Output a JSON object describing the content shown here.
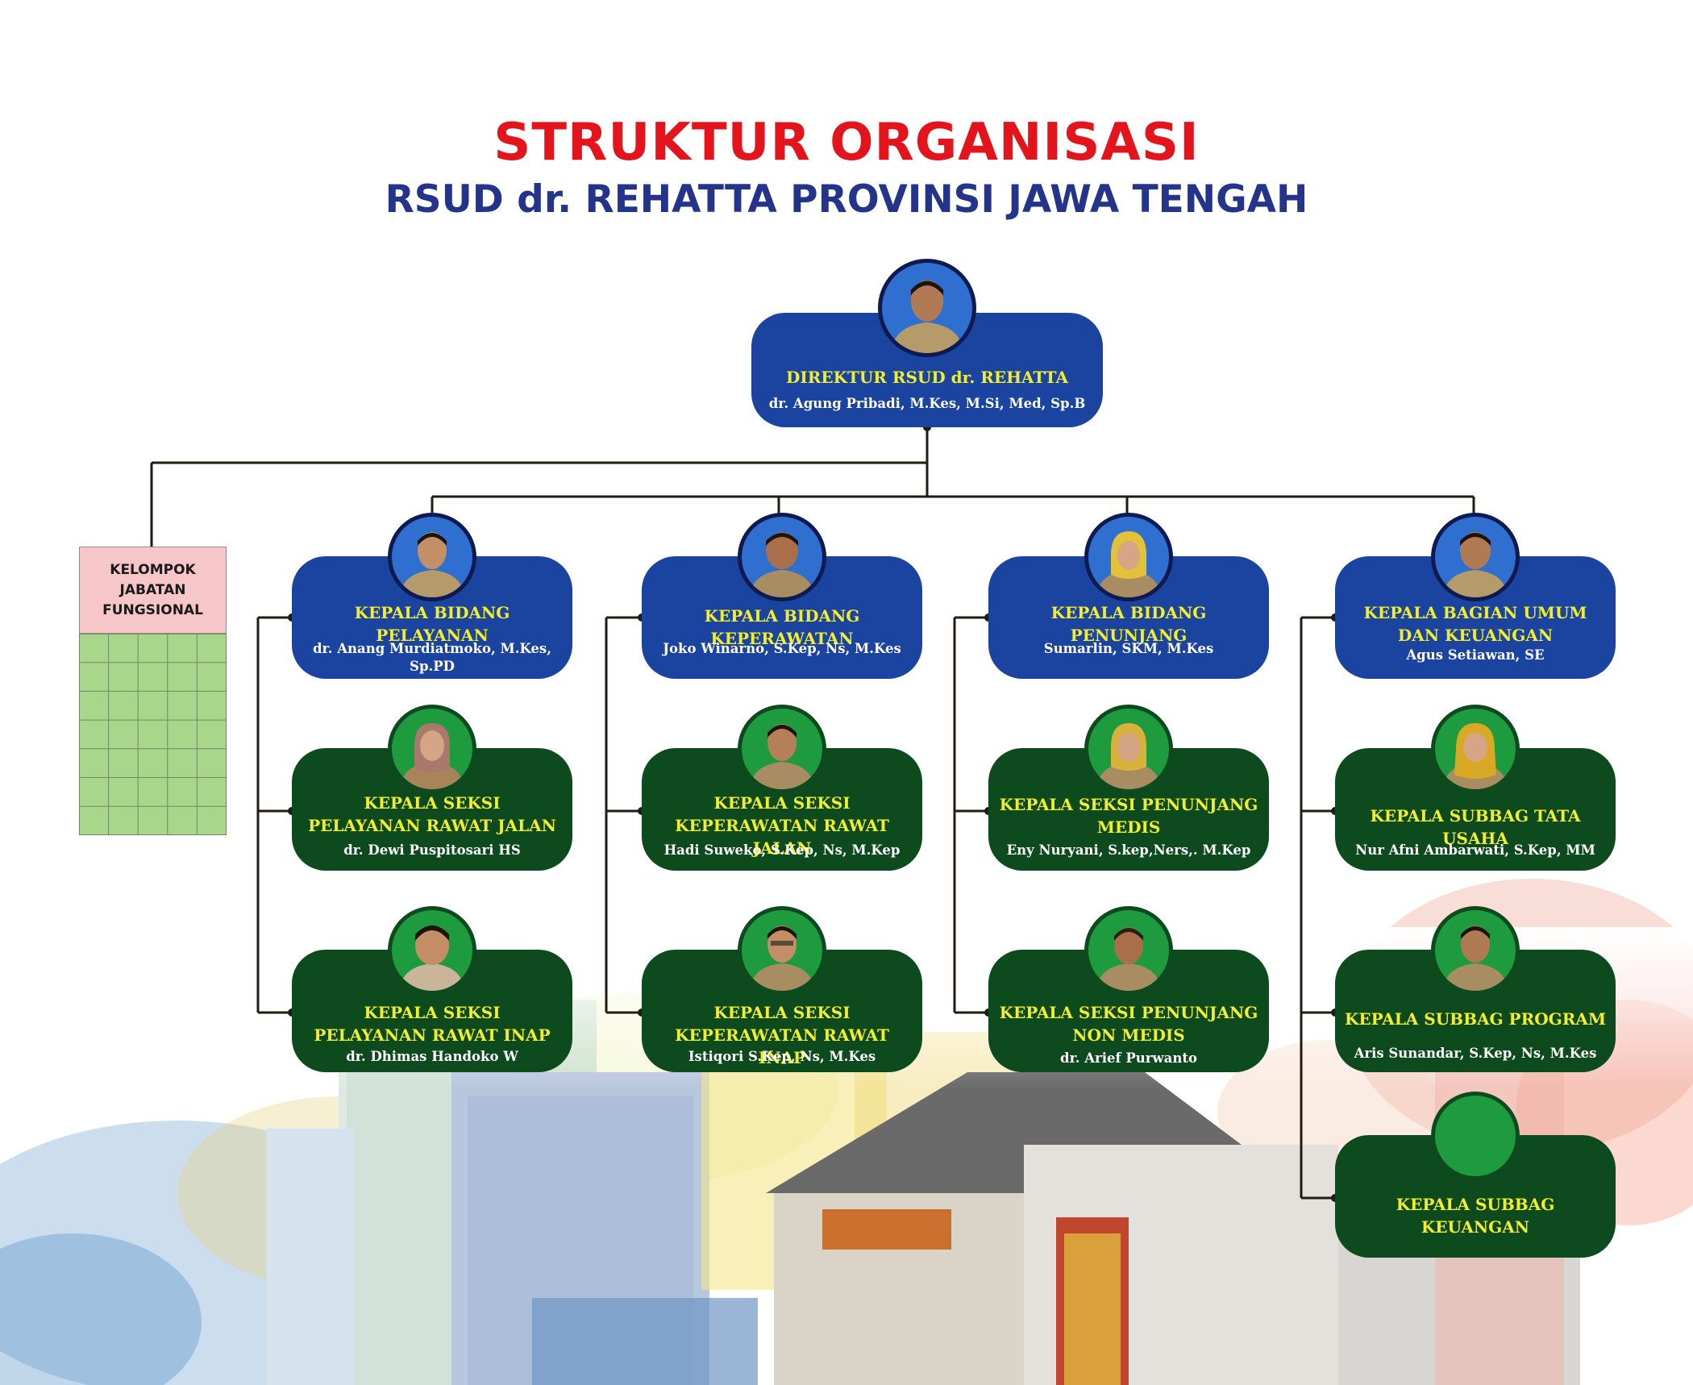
{
  "header": {
    "title": "STRUKTUR ORGANISASI",
    "subtitle": "RSUD dr. REHATTA PROVINSI JAWA TENGAH"
  },
  "functional_group": {
    "line1": "KELOMPOK",
    "line2": "JABATAN",
    "line3": "FUNGSIONAL"
  },
  "director": {
    "role": "DIREKTUR RSUD dr. REHATTA",
    "name": "dr. Agung Pribadi, M.Kes, M.Si, Med, Sp.B"
  },
  "divisions": [
    {
      "head": {
        "role_lines": [
          "KEPALA BIDANG PELAYANAN"
        ],
        "name": "dr. Anang Murdiatmoko, M.Kes, Sp.PD"
      },
      "sections": [
        {
          "role_lines": [
            "KEPALA SEKSI",
            "PELAYANAN RAWAT JALAN"
          ],
          "name": "dr. Dewi Puspitosari HS"
        },
        {
          "role_lines": [
            "KEPALA SEKSI",
            "PELAYANAN RAWAT INAP"
          ],
          "name": "dr. Dhimas Handoko W"
        }
      ]
    },
    {
      "head": {
        "role_lines": [
          "KEPALA BIDANG KEPERAWATAN"
        ],
        "name": "Joko Winarno, S.Kep, Ns, M.Kes"
      },
      "sections": [
        {
          "role_lines": [
            "KEPALA SEKSI",
            "KEPERAWATAN RAWAT JALAN"
          ],
          "name": "Hadi Suweko, S.Kep, Ns, M.Kep"
        },
        {
          "role_lines": [
            "KEPALA SEKSI",
            "KEPERAWATAN RAWAT INAP"
          ],
          "name": "Istiqori S.Kep, Ns, M.Kes"
        }
      ]
    },
    {
      "head": {
        "role_lines": [
          "KEPALA BIDANG PENUNJANG"
        ],
        "name": "Sumarlin, SKM, M.Kes"
      },
      "sections": [
        {
          "role_lines": [
            "KEPALA SEKSI PENUNJANG",
            "MEDIS"
          ],
          "name": "Eny Nuryani, S.kep,Ners,. M.Kep"
        },
        {
          "role_lines": [
            "KEPALA SEKSI PENUNJANG",
            "NON MEDIS"
          ],
          "name": "dr. Arief Purwanto"
        }
      ]
    },
    {
      "head": {
        "role_lines": [
          "KEPALA BAGIAN UMUM",
          "DAN KEUANGAN"
        ],
        "name": "Agus Setiawan, SE"
      },
      "sections": [
        {
          "role_lines": [
            "KEPALA SUBBAG TATA USAHA"
          ],
          "name": "Nur Afni Ambarwati, S.Kep, MM"
        },
        {
          "role_lines": [
            "KEPALA SUBBAG PROGRAM"
          ],
          "name": "Aris Sunandar, S.Kep, Ns, M.Kes"
        },
        {
          "role_lines": [
            "KEPALA SUBBAG KEUANGAN"
          ],
          "name": ""
        }
      ]
    }
  ],
  "colors": {
    "title_red": "#e3141b",
    "subtitle_navy": "#24348a",
    "head_box_blue": "#1b43a0",
    "section_box_green": "#0d4a1e",
    "role_text_yellow": "#f3ee2d",
    "functional_header_pink": "#f7c6c9",
    "functional_grid_green": "#a8d68b"
  }
}
